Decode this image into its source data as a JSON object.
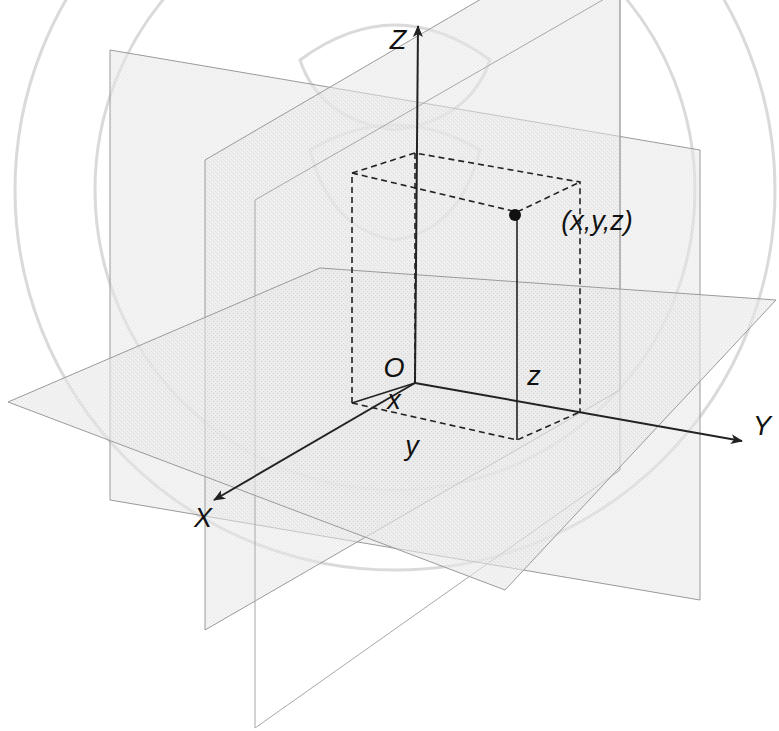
{
  "diagram": {
    "labels": [
      "Z",
      "(x,y,z)",
      "O",
      "z",
      "x",
      "y",
      "Y",
      "X"
    ]
  }
}
